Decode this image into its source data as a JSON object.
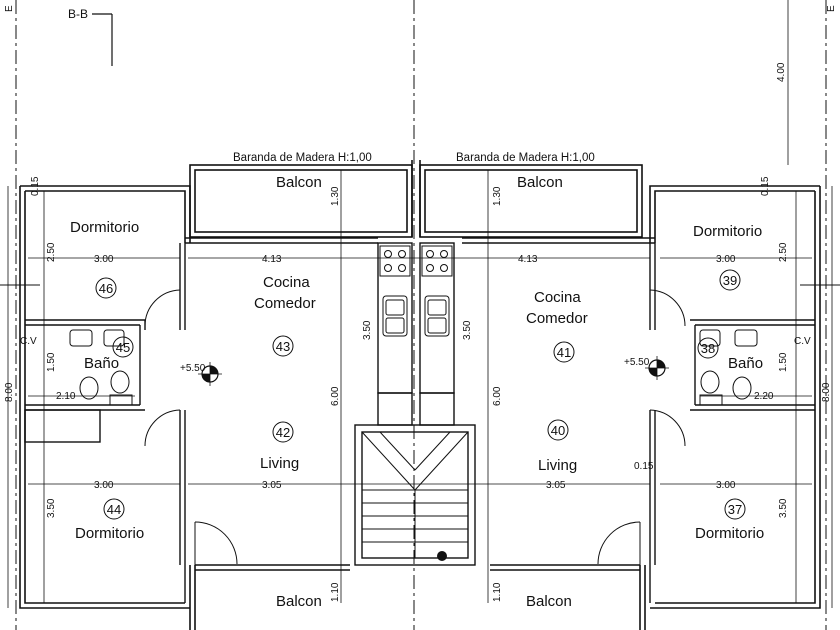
{
  "section_mark": "B-B",
  "edge_marks": [
    "E",
    "E"
  ],
  "notes": {
    "railing_left": "Baranda de Madera H:1,00",
    "railing_right": "Baranda de Madera H:1,00"
  },
  "rooms": {
    "balcon_top_left": "Balcon",
    "balcon_top_right": "Balcon",
    "dormitorio_top_left": "Dormitorio",
    "dormitorio_top_right": "Dormitorio",
    "cocina_left_1": "Cocina",
    "cocina_left_2": "Comedor",
    "cocina_right_1": "Cocina",
    "cocina_right_2": "Comedor",
    "bano_left": "Baño",
    "bano_right": "Baño",
    "living_left": "Living",
    "living_right": "Living",
    "dormitorio_bottom_left": "Dormitorio",
    "dormitorio_bottom_right": "Dormitorio",
    "balcon_bottom_left": "Balcon",
    "balcon_bottom_right": "Balcon"
  },
  "room_numbers": {
    "n46": "46",
    "n45": "45",
    "n43": "43",
    "n42": "42",
    "n44": "44",
    "n39": "39",
    "n38": "38",
    "n41": "41",
    "n40": "40",
    "n37": "37"
  },
  "levels": {
    "left": "+5.50",
    "right": "+5.50"
  },
  "cv_marks": {
    "left": "C.V",
    "right": "C.V"
  },
  "dimensions": {
    "d_015_tl": "0.15",
    "d_015_tr": "0.15",
    "d_015_living": "0.15",
    "d_130_l": "1.30",
    "d_130_r": "1.30",
    "d_250_l": "2.50",
    "d_250_r": "2.50",
    "d_300_tl": "3.00",
    "d_300_tr": "3.00",
    "d_300_bl": "3.00",
    "d_300_br": "3.00",
    "d_413_l": "4.13",
    "d_413_r": "4.13",
    "d_150_l": "1.50",
    "d_150_r": "1.50",
    "d_210": "2.10",
    "d_220": "2.20",
    "d_350_kl": "3.50",
    "d_350_kr": "3.50",
    "d_600_l": "6.00",
    "d_600_r": "6.00",
    "d_305_l": "3.05",
    "d_305_r": "3.05",
    "d_350_bl": "3.50",
    "d_350_br": "3.50",
    "d_110_l": "1.10",
    "d_110_r": "1.10",
    "d_800_l": "8.00",
    "d_800_r": "8.00",
    "d_400": "4.00"
  }
}
